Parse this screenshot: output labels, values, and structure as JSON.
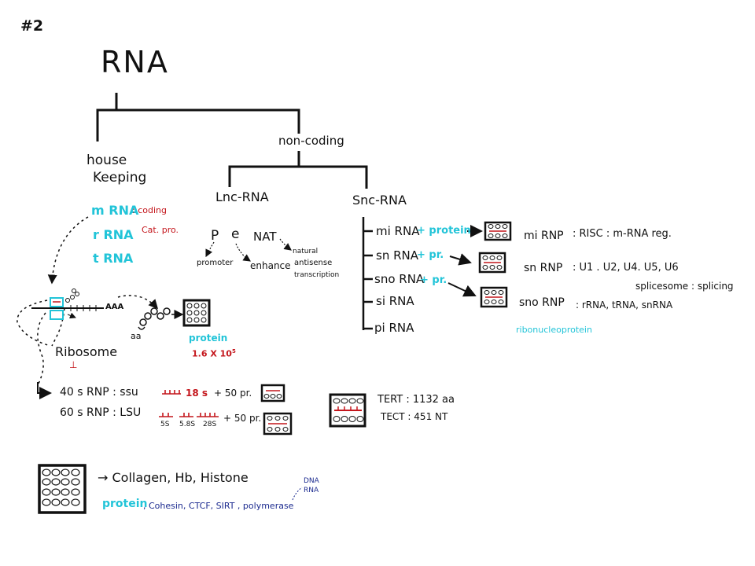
{
  "slide_number": "#2",
  "title": "RNA",
  "housekeeping": {
    "label_line1": "house",
    "label_line2": "Keeping",
    "mrna": "m RNA",
    "mrna_note": ": coding",
    "mrna_note2": "Cat. pro.",
    "rrna": "r RNA",
    "trna": "t RNA"
  },
  "noncoding": {
    "label": "non-coding",
    "lnc": {
      "label": "Lnc-RNA",
      "p": "P",
      "e": "e",
      "nat": "NAT",
      "promoter": "promoter",
      "enhance": "enhance",
      "nat_desc_1": "natural",
      "nat_desc_2": "antisense",
      "nat_desc_3": "transcription"
    },
    "snc": {
      "label": "Snc-RNA",
      "items": [
        {
          "name": "mi RNA",
          "plus": "+ protein",
          "rnp": "mi RNP",
          "desc": ":  RISC  :  m-RNA reg."
        },
        {
          "name": "sn RNA",
          "plus": "+ pr.",
          "rnp": "sn RNP",
          "desc": ":  U1 . U2, U4. U5, U6"
        },
        {
          "name": "sno RNA",
          "plus": "+ pr.",
          "rnp": "sno RNP",
          "desc": ":  rRNA,  tRNA,  snRNA"
        },
        {
          "name": "si RNA"
        },
        {
          "name": "pi RNA"
        }
      ],
      "splicesome": "splicesome : splicing",
      "ribonucleoprotein": "ribonucleoprotein"
    }
  },
  "translation": {
    "aaa": "AAA",
    "aa": "aa",
    "protein": "protein",
    "count": "1.6 X 10",
    "exp": "5",
    "ribosome": "Ribosome",
    "ribosome_mark": "⊥"
  },
  "ribosome_rnp": {
    "line40_a": "40 s  RNP  :  ssu",
    "line40_b": "18 s",
    "line40_c": "+ 50 pr.",
    "line60_a": "60 s  RNP  :  LSU",
    "line60_c": "+ 50 pr.",
    "rrna_5s": "5S",
    "rrna_58s": "5.8S",
    "rrna_28s": "28S"
  },
  "telomerase": {
    "tert": "TERT : 1132 aa",
    "tect": "TECT : 451 NT"
  },
  "legend": {
    "arrow_text": "→ Collagen,  Hb,  Histone",
    "protein": "protein",
    "others": ",  Cohesin,  CTCF,  SIRT  ,  polymerase",
    "dna": "DNA",
    "rna": "RNA"
  },
  "colors": {
    "ink": "#111111",
    "red": "#c4161c",
    "cyan": "#22c4d8",
    "navy": "#1b2a8f"
  }
}
